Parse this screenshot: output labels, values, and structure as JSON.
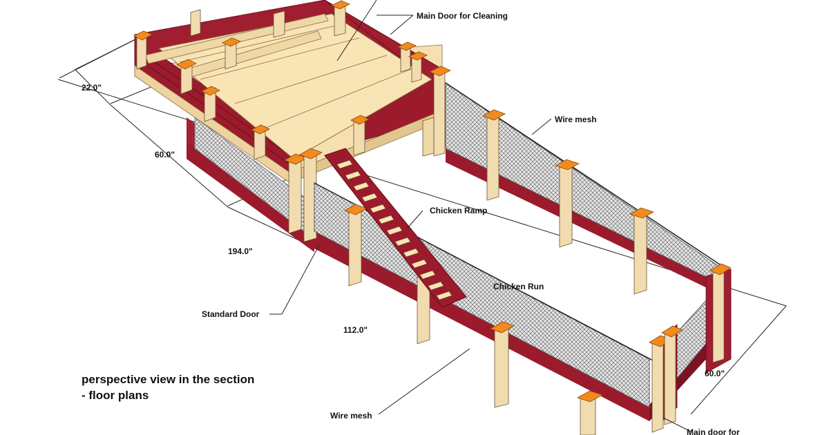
{
  "labels": {
    "main_door_cleaning": "Main Door for Cleaning",
    "wire_mesh_top": "Wire mesh",
    "chicken_ramp": "Chicken Ramp",
    "chicken_run": "Chicken Run",
    "standard_door": "Standard Door",
    "wire_mesh_bottom": "Wire mesh",
    "main_door_for": "Main door for"
  },
  "dimensions": {
    "d22": "22.0\"",
    "d60_left": "60.0\"",
    "d194": "194.0\"",
    "d112": "112.0\"",
    "d60_right": "60.0\""
  },
  "caption": {
    "line1": "perspective view in the section",
    "line2": "- floor plans"
  },
  "colors": {
    "wood_red": "#9b1b2c",
    "wood_red_dark": "#6e0f1e",
    "plywood": "#f9e4b5",
    "post": "#f1dcb0",
    "post_cap": "#f28a1e",
    "mesh": "#9a9a9a"
  }
}
